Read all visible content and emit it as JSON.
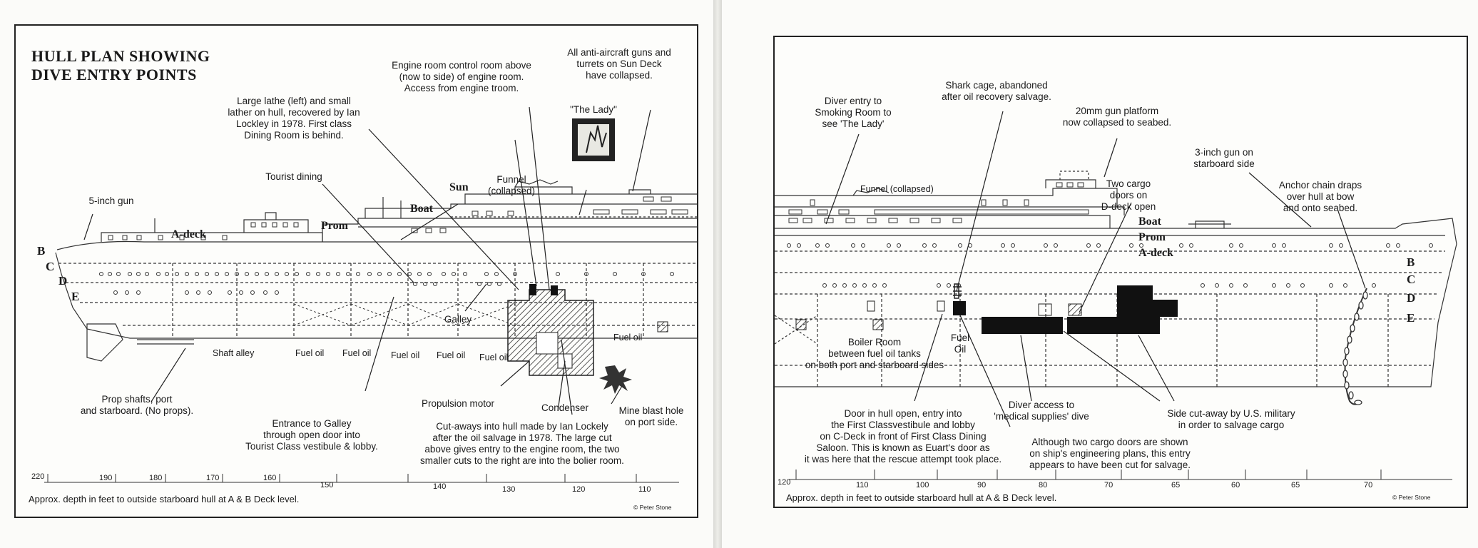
{
  "left_panel": {
    "title": "HULL PLAN SHOWING\nDIVE ENTRY POINTS",
    "deck_labels": [
      "A-deck",
      "Prom",
      "Boat",
      "Sun"
    ],
    "deck_letters": [
      "B",
      "C",
      "D",
      "E"
    ],
    "labels": {
      "engine_room": "Engine room control room above\n(now to side) of engine room.\nAccess from engine troom.",
      "aa_guns": "All anti-aircraft guns and\nturrets on Sun Deck\nhave collapsed.",
      "lady": "\"The Lady\"",
      "lathe": "Large lathe (left) and small\nlather on hull, recovered by Ian\nLockley in 1978. First class\nDining Room is behind.",
      "tourist_dining": "Tourist dining",
      "funnel": "Funnel\n(collapsed)",
      "gun_5inch": "5-inch gun",
      "galley": "Galley",
      "fuel_oil_upper": "Fuel oil",
      "shaft_alley": "Shaft alley",
      "fuel_oil_tanks": [
        "Fuel oil",
        "Fuel oil",
        "Fuel oil",
        "Fuel oil",
        "Fuel oil"
      ],
      "prop_shafts": "Prop shafts, port\nand starboard. (No props).",
      "propulsion_motor": "Propulsion motor",
      "condenser": "Condenser",
      "mine_blast": "Mine blast hole\non port side.",
      "galley_entrance": "Entrance to Galley\nthrough open door into\nTourist Class vestibule & lobby.",
      "cutaways": "Cut-aways into hull made by Ian Lockely\nafter the oil salvage in 1978. The large cut\nabove gives entry to the engine room, the two\nsmaller cuts to the right are into the bolier room."
    },
    "scale_ticks": [
      "220",
      "190",
      "180",
      "170",
      "160",
      "150",
      "140",
      "130",
      "120",
      "110"
    ],
    "footer": "Approx. depth in feet to outside starboard hull at A & B Deck level.",
    "credit": "© Peter Stone"
  },
  "right_panel": {
    "deck_labels": [
      "Boat",
      "Prom",
      "A-deck"
    ],
    "deck_letters": [
      "B",
      "C",
      "D",
      "E"
    ],
    "labels": {
      "shark_cage": "Shark cage, abandoned\nafter oil recovery salvage.",
      "diver_entry": "Diver entry to\nSmoking Room to\nsee 'The Lady'",
      "gun_platform": "20mm gun platform\nnow collapsed to seabed.",
      "gun_3inch": "3-inch gun on\nstarboard side",
      "cargo_doors": "Two cargo\ndoors on\nD-deck open",
      "anchor_chain": "Anchor chain draps\nover hull at bow\nand onto seabed.",
      "funnel": "Funnel (collapsed)",
      "boiler_room": "Boiler Room\nbetween fuel oil tanks\non both port and starboard sides",
      "fuel_oil": "Fuel\nOil",
      "door_in_hull": "Door in hull open, entry into\nthe First Classvestibule and lobby\non C-Deck in front of First Class Dining\nSaloon. This is known as Euart's door as\nit was here that the rescue attempt took place.",
      "medical_supplies": "Diver access to\n'medical supplies' dive",
      "side_cutaway": "Side cut-away by U.S. military\nin order to salvage cargo",
      "cargo_note": "Although two cargo doors are shown\non ship's engineering plans, this entry\nappears to have been cut for salvage."
    },
    "scale_ticks": [
      "120",
      "110",
      "100",
      "90",
      "80",
      "70",
      "65",
      "60",
      "65",
      "70"
    ],
    "footer": "Approx. depth in feet to outside starboard hull at A & B Deck level.",
    "credit": "© Peter Stone"
  }
}
